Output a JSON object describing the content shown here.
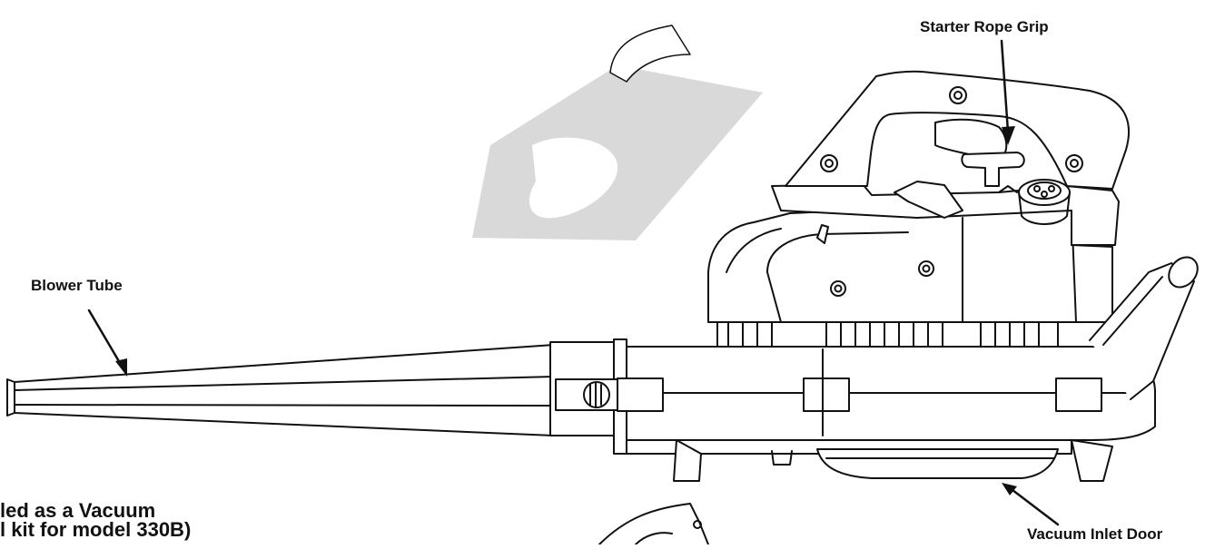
{
  "labels": {
    "starter_rope_grip": "Starter Rope Grip",
    "blower_tube": "Blower Tube",
    "vacuum_inlet_door": "Vacuum Inlet Door"
  },
  "caption": {
    "line1": "led as a Vacuum",
    "line2": "l kit for model 330B)"
  },
  "colors": {
    "line": "#111111",
    "watermark": "#d9d9d9"
  }
}
